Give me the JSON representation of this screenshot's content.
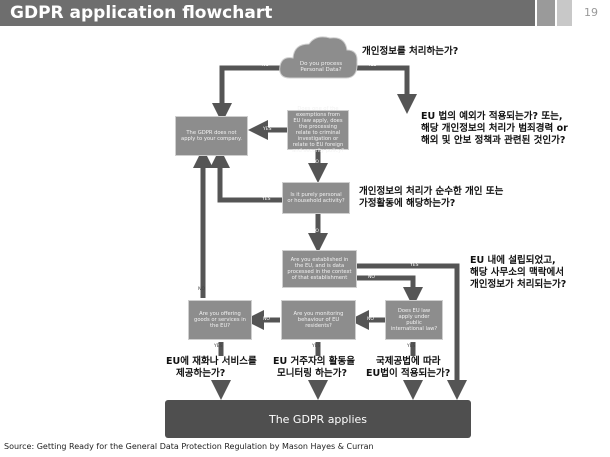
{
  "header": {
    "title": "GDPR application flowchart",
    "page_number": "19"
  },
  "nodes": {
    "q1": "Do you process Personal Data?",
    "q2": "Does one of the exemptions from EU law apply, does the processing relate to criminal investigation or relate to EU foreign and security policy?",
    "no_apply": "The GDPR does not apply to your company.",
    "q3": "Is it purely personal or household activity?",
    "q4": "Are you established in the EU, and is data processed in the context of that establishment",
    "q5": "Are you offering goods or services in the EU?",
    "q6": "Are you monitoring behaviour of EU residents?",
    "q7": "Does EU law apply under public international law?",
    "applies": "The GDPR applies"
  },
  "edge_labels": {
    "yes": "YES",
    "no": "NO"
  },
  "korean": {
    "k1": "개인정보를 처리하는가?",
    "k2_l1": "EU 법의 예외가 적용되는가? 또는,",
    "k2_l2": "해당 개인정보의 처리가 범죄경력 or",
    "k2_l3": "해외 및 안보 정책과 관련된 것인가?",
    "k3_l1": "개인정보의 처리가 순수한 개인 또는",
    "k3_l2": "가정활동에 해당하는가?",
    "k4_l1": "EU 내에 설립되었고,",
    "k4_l2": "해당 사무소의 맥락에서",
    "k4_l3": "개인정보가 처리되는가?",
    "k5_l1": "EU에 재화나 서비스를",
    "k5_l2": "제공하는가?",
    "k6_l1": "EU 거주자의 활동을",
    "k6_l2": "모니터링 하는가?",
    "k7_l1": "국제공법에 따라",
    "k7_l2": "EU법이 적용되는가?"
  },
  "source": "Source: Getting Ready for the General Data Protection Regulation by Mason Hayes & Curran",
  "colors": {
    "header": "#6e6e6e",
    "box": "#8d8d8d",
    "arrow": "#555555",
    "applies": "#4f4f4f"
  }
}
